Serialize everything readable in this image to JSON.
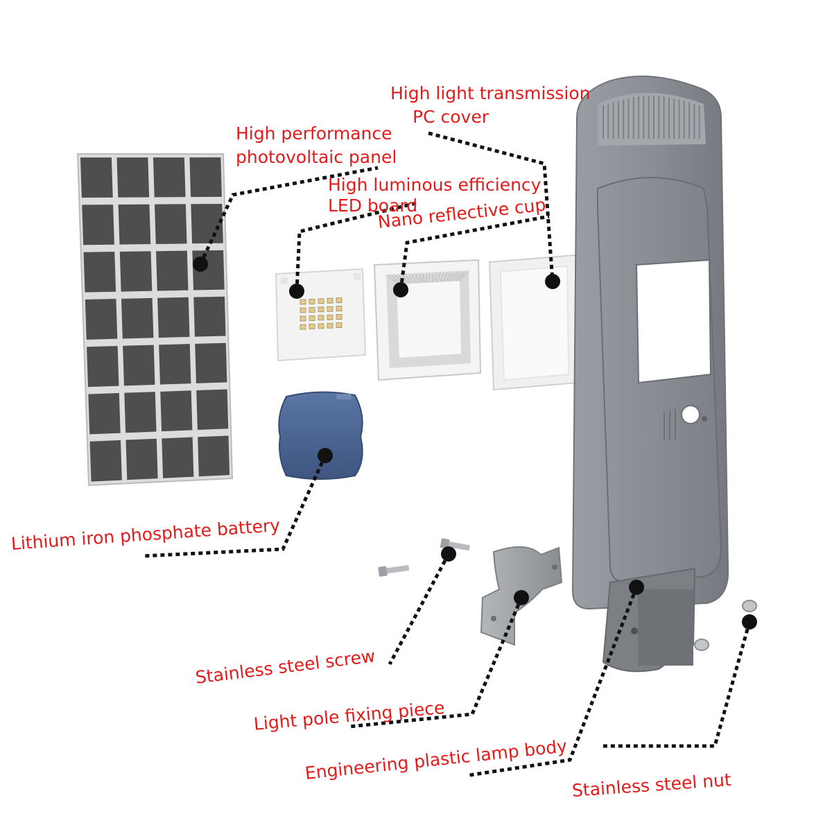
{
  "labels": {
    "pc_cover": {
      "line1": "High light transmission",
      "line2": "PC cover"
    },
    "pv_panel": {
      "line1": "High performance",
      "line2": "photovoltaic panel"
    },
    "led_board": {
      "line1": "High luminous efficiency",
      "line2": "LED board"
    },
    "reflective_cup": "Nano reflective cup",
    "battery": "Lithium iron phosphate battery",
    "screw": "Stainless steel screw",
    "pole_fixing": "Light pole fixing piece",
    "lamp_body": "Engineering plastic lamp body",
    "nut": "Stainless steel nut"
  },
  "colors": {
    "label_text": "#e31b1b",
    "leader_line": "#111111",
    "lamp_body": "#8d9196",
    "solar_cell": "#4e4e4e",
    "battery": "#4a6591"
  }
}
